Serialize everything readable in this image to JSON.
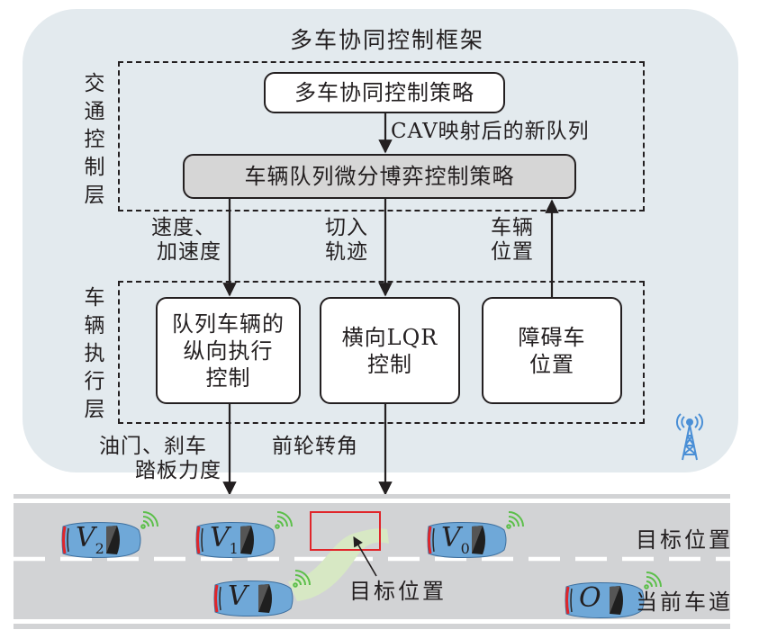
{
  "framework_title": "多车协同控制框架",
  "traffic_layer": {
    "label": "交通控制层",
    "strategy_box": "多车协同控制策略",
    "mapping_label": "CAV映射后的新队列",
    "game_box": "车辆队列微分博弈控制策略"
  },
  "signals": {
    "speed_label_line1": "速度、",
    "speed_label_line2": "加速度",
    "cutin_line1": "切入",
    "cutin_line2": "轨迹",
    "position_line1": "车辆",
    "position_line2": "位置",
    "throttle_line1": "油门、刹车",
    "throttle_line2": "踏板力度",
    "steer_label": "前轮转角"
  },
  "vehicle_layer": {
    "label": "车辆执行层",
    "longitudinal_box": [
      "队列车辆的",
      "纵向执行",
      "控制"
    ],
    "lateral_box": [
      "横向LQR",
      "控制"
    ],
    "obstacle_box": [
      "障碍车",
      "位置"
    ]
  },
  "road": {
    "target_lane_label": "目标位置",
    "current_lane_label": "当前车道",
    "target_pointer_label": "目标位置",
    "vehicles": [
      {
        "id": "V2",
        "main": "V",
        "sub": "2",
        "lane": "target"
      },
      {
        "id": "V1",
        "main": "V",
        "sub": "1",
        "lane": "target"
      },
      {
        "id": "V0",
        "main": "V",
        "sub": "0",
        "lane": "target"
      },
      {
        "id": "V",
        "main": "V",
        "sub": "",
        "lane": "current"
      },
      {
        "id": "O",
        "main": "O",
        "sub": "",
        "lane": "current"
      }
    ]
  },
  "colors": {
    "panel": "#e3eaee",
    "game_box_fill": "#d6d6d6",
    "road": "#d2d3d5",
    "car_body": "#6fa8d8",
    "signal": "#5cbf4a",
    "target_box": "#e0252a",
    "trajectory": "#d7e8c4",
    "tower": "#4a8fd6"
  }
}
